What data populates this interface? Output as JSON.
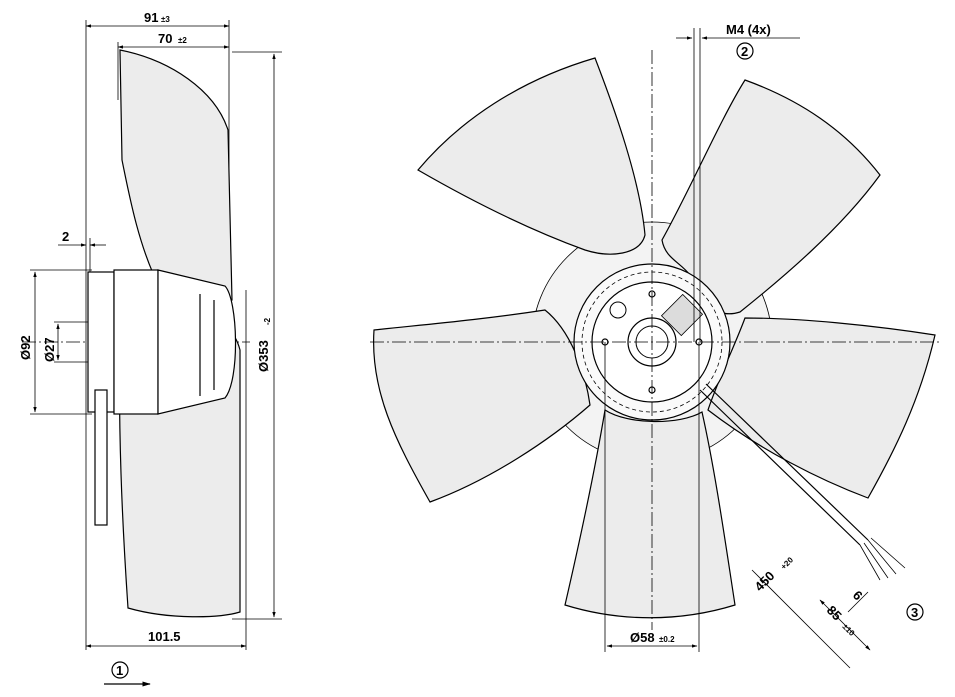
{
  "side_view": {
    "overall_depth": {
      "value": "91",
      "tol": "±3"
    },
    "blade_depth": {
      "value": "70",
      "tol": "±2"
    },
    "offset": "2",
    "hub_diameter": "Ø92",
    "shaft_diameter": "Ø27",
    "outer_diameter": {
      "value": "Ø353",
      "tol": "-2"
    },
    "bottom_length": "101.5",
    "airflow_callout": "1"
  },
  "front_view": {
    "screw": {
      "label": "M4 (4x)",
      "callout": "2"
    },
    "bolt_circle": {
      "value": "Ø58",
      "tol": "±0.2"
    },
    "cable_length": {
      "value": "450",
      "tol": "+20"
    },
    "strip_length": {
      "value": "85",
      "tol": "±10"
    },
    "strip_end": "6",
    "cable_callout": "3"
  }
}
